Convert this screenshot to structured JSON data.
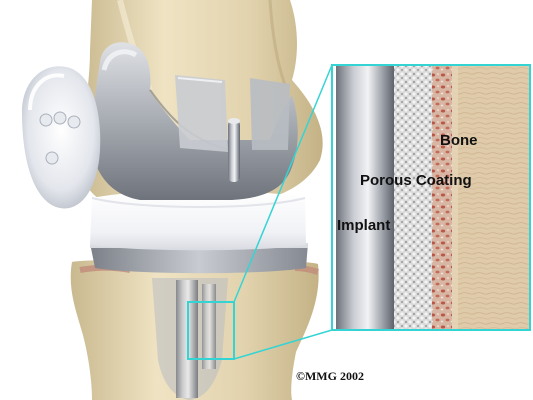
{
  "labels": {
    "bone": "Bone",
    "porous_coating": "Porous Coating",
    "implant": "Implant",
    "copyright": "©MMG 2002"
  },
  "colors": {
    "callout_outline": "#35d4d4",
    "bone": "#e8d9b6",
    "bone_shadow": "#bfae86",
    "implant_metal": "#9a9ea6",
    "polyethylene_spacer": "#f4f4f8",
    "porous_coating": "#d6d6d6",
    "cancellous_bone": "#c7806a",
    "cortical_bone": "#dcc7a7"
  }
}
